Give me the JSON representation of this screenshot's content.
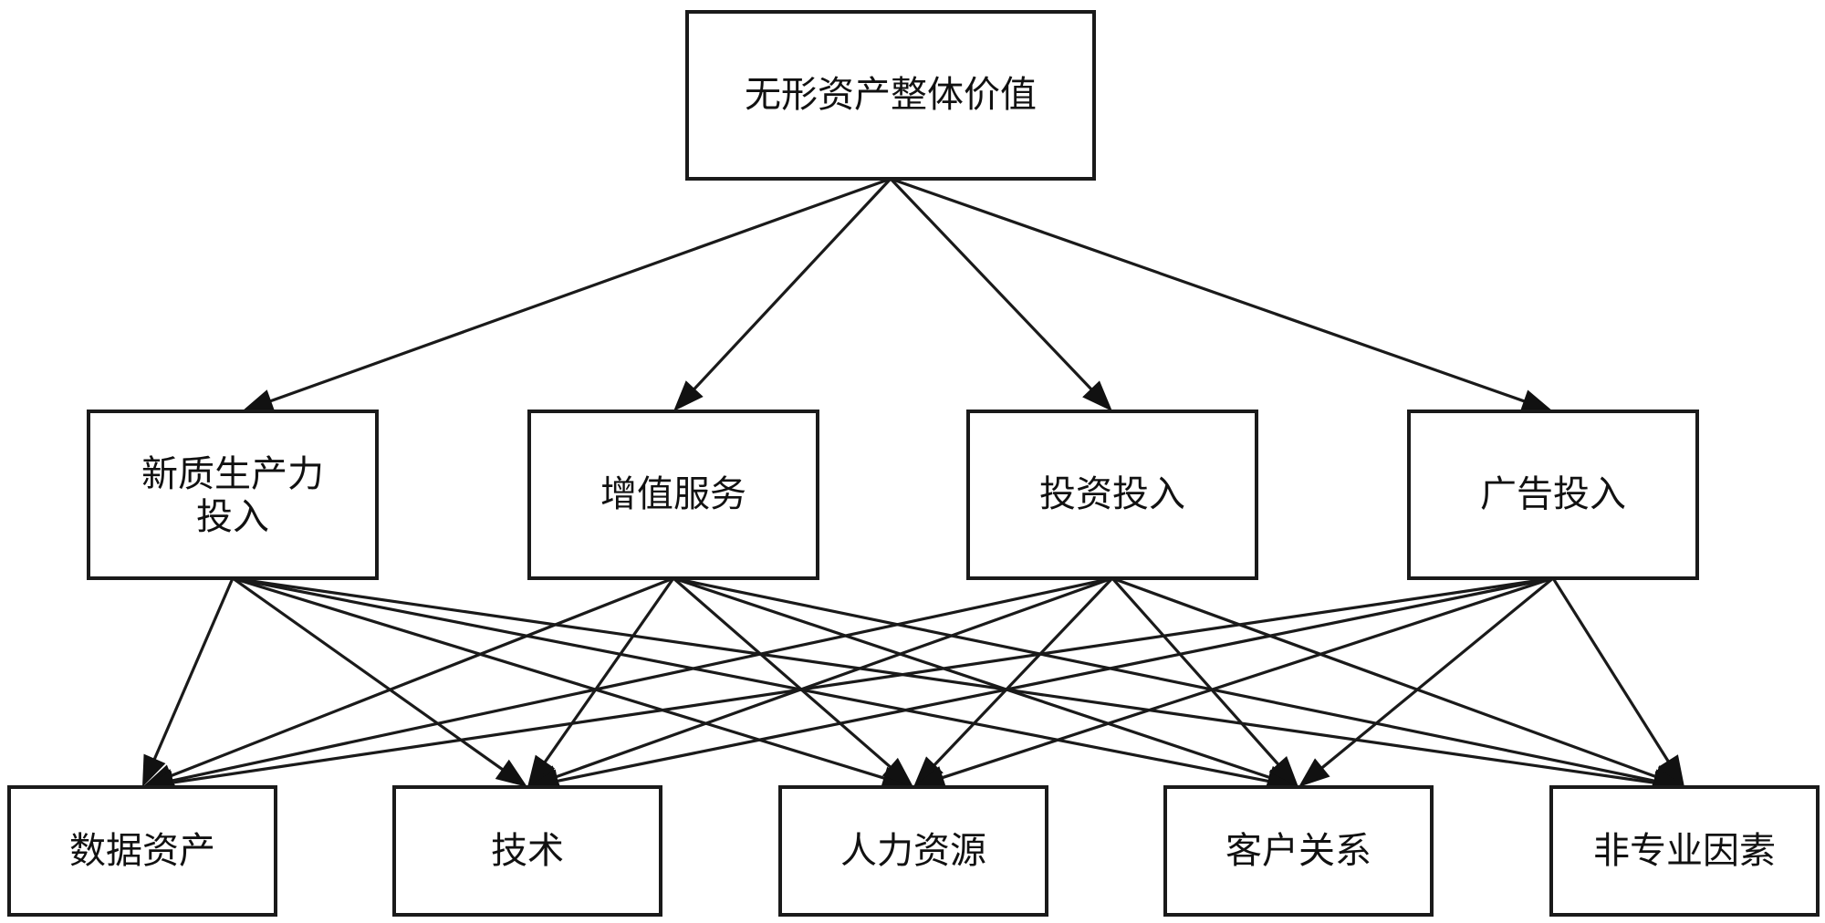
{
  "root": {
    "label": "无形资产整体价值"
  },
  "inputs": [
    {
      "lines": [
        "新质生产力",
        "投入"
      ]
    },
    {
      "lines": [
        "增值服务"
      ]
    },
    {
      "lines": [
        "投资投入"
      ]
    },
    {
      "lines": [
        "广告投入"
      ]
    }
  ],
  "outputs": [
    {
      "label": "数据资产"
    },
    {
      "label": "技术"
    },
    {
      "label": "人力资源"
    },
    {
      "label": "客户关系"
    },
    {
      "label": "非专业因素"
    }
  ],
  "edges": {
    "root_to_inputs": [
      [
        0,
        0
      ],
      [
        0,
        1
      ],
      [
        0,
        2
      ],
      [
        0,
        3
      ]
    ],
    "inputs_to_outputs": [
      [
        0,
        0
      ],
      [
        0,
        1
      ],
      [
        0,
        2
      ],
      [
        0,
        3
      ],
      [
        0,
        4
      ],
      [
        1,
        0
      ],
      [
        1,
        1
      ],
      [
        1,
        2
      ],
      [
        1,
        3
      ],
      [
        1,
        4
      ],
      [
        2,
        0
      ],
      [
        2,
        1
      ],
      [
        2,
        2
      ],
      [
        2,
        3
      ],
      [
        2,
        4
      ],
      [
        3,
        0
      ],
      [
        3,
        1
      ],
      [
        3,
        2
      ],
      [
        3,
        3
      ],
      [
        3,
        4
      ]
    ]
  },
  "colors": {
    "stroke": "#1a1a1a",
    "fill": "#ffffff",
    "text": "#111111"
  }
}
